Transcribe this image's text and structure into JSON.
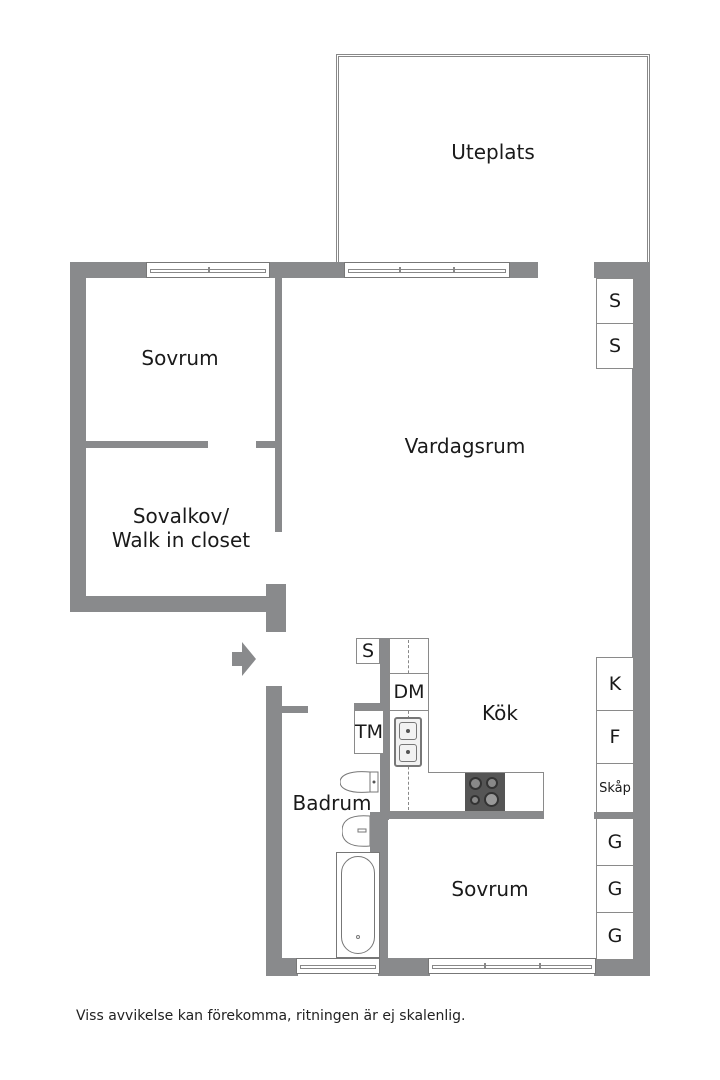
{
  "plan": {
    "rooms": [
      {
        "id": "uteplats",
        "label": "Uteplats"
      },
      {
        "id": "sovrum-1",
        "label": "Sovrum"
      },
      {
        "id": "vardagsrum",
        "label": "Vardagsrum"
      },
      {
        "id": "sovalkov",
        "label": "Sovalkov/\nWalk in closet",
        "line1": "Sovalkov/",
        "line2": "Walk in closet"
      },
      {
        "id": "kok",
        "label": "Kök"
      },
      {
        "id": "badrum",
        "label": "Badrum"
      },
      {
        "id": "sovrum-2",
        "label": "Sovrum"
      }
    ],
    "fixtures": {
      "vardagsrum_storage": [
        "S",
        "S"
      ],
      "hall_storage": "S",
      "dishwasher": "DM",
      "washing_machine": "TM",
      "kitchen_right": [
        "K",
        "F",
        "Skåp"
      ],
      "sovrum_wardrobes": [
        "G",
        "G",
        "G"
      ]
    },
    "entrance_icon": "arrow-right-icon",
    "colors": {
      "wall": "#898a8c",
      "line": "#777777",
      "background": "#ffffff",
      "stove": "#555555"
    }
  },
  "footer": {
    "disclaimer": "Viss avvikelse kan förekomma, ritningen är ej skalenlig."
  }
}
